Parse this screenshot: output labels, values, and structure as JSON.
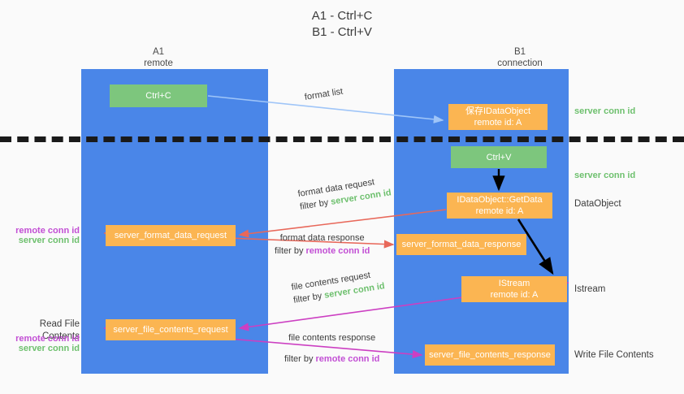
{
  "title": {
    "line1": "A1 - Ctrl+C",
    "line2": "B1 - Ctrl+V"
  },
  "columns": {
    "left": {
      "name": "A1",
      "role": "remote"
    },
    "right": {
      "name": "B1",
      "role": "connection"
    }
  },
  "colors": {
    "lane": "#4a86e8",
    "green_box": "#7dc67d",
    "orange_box": "#fbb552",
    "remote_conn_id": "#c24fd4",
    "server_conn_id": "#6ec06e",
    "arrow_red": "#e8685a",
    "arrow_magenta": "#cc3fc2",
    "arrow_lightblue": "#9fc5f8",
    "arrow_black": "#000000",
    "divider": "#1a1a1a"
  },
  "boxes": {
    "ctrl_c": {
      "line1": "Ctrl+C",
      "line2": "",
      "style": "green"
    },
    "save_idataobject": {
      "line1": "保存IDataObject",
      "line2": "remote id: A",
      "style": "orange"
    },
    "ctrl_v": {
      "line1": "Ctrl+V",
      "line2": "",
      "style": "green"
    },
    "getdata": {
      "line1": "IDataObject::GetData",
      "line2": "remote id: A",
      "style": "orange"
    },
    "format_data_request": {
      "line1": "server_format_data_request",
      "line2": "",
      "style": "orange"
    },
    "format_data_response": {
      "line1": "server_format_data_response",
      "line2": "",
      "style": "orange"
    },
    "istream": {
      "line1": "IStream",
      "line2": "remote id: A",
      "style": "orange"
    },
    "file_contents_request": {
      "line1": "server_file_contents_request",
      "line2": "",
      "style": "orange"
    },
    "file_contents_response": {
      "line1": "server_file_contents_response",
      "line2": "",
      "style": "orange"
    }
  },
  "side_labels": {
    "server_conn_id_top": "server conn id",
    "server_conn_id_mid": "server conn id",
    "dataobject": "DataObject",
    "istream": "Istream",
    "write_file_contents": "Write File Contents",
    "read_file_contents": "Read File Contents",
    "remote_conn_id": "remote conn id",
    "server_conn_id": "server conn id"
  },
  "annotations": {
    "format_list": "format list",
    "format_data_request": "format data request",
    "format_data_request_filter_prefix": "filter by ",
    "format_data_request_filter_value": "server conn id",
    "format_data_response": "format data response",
    "format_data_response_filter_prefix": "filter by ",
    "format_data_response_filter_value": "remote conn id",
    "file_contents_request": "file contents request",
    "file_contents_request_filter_prefix": "filter by ",
    "file_contents_request_filter_value": "server conn id",
    "file_contents_response": "file contents response",
    "file_contents_response_filter_prefix": "filter by ",
    "file_contents_response_filter_value": "remote conn id"
  }
}
